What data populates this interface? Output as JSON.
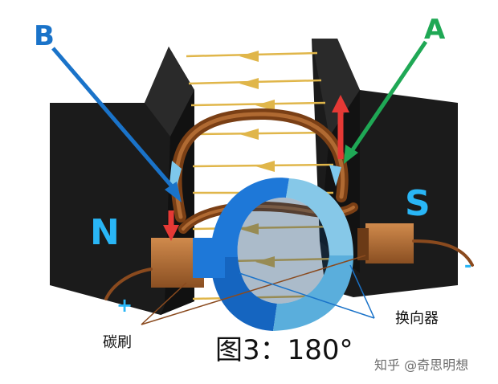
{
  "labels": {
    "b": "B",
    "a": "A",
    "n_pole": "N",
    "s_pole": "S",
    "plus": "+",
    "minus": "-",
    "brush": "碳刷",
    "commutator": "换向器"
  },
  "caption": "图3：180°",
  "watermark": "知乎 @奇思明想",
  "colors": {
    "magnet": "#1c1c1c",
    "pole_text": "#29b6f6",
    "field_line": "#e0b64a",
    "coil": "#8a4a1e",
    "commutator_dark": "#1e78d8",
    "commutator_light": "#86c8e8",
    "brush": "#b8743a",
    "force_arrow": "#e53935",
    "pointer_a": "#1fa855",
    "pointer_b": "#1a73c9",
    "label_b": "#1a73c9",
    "label_a": "#1fa855"
  }
}
